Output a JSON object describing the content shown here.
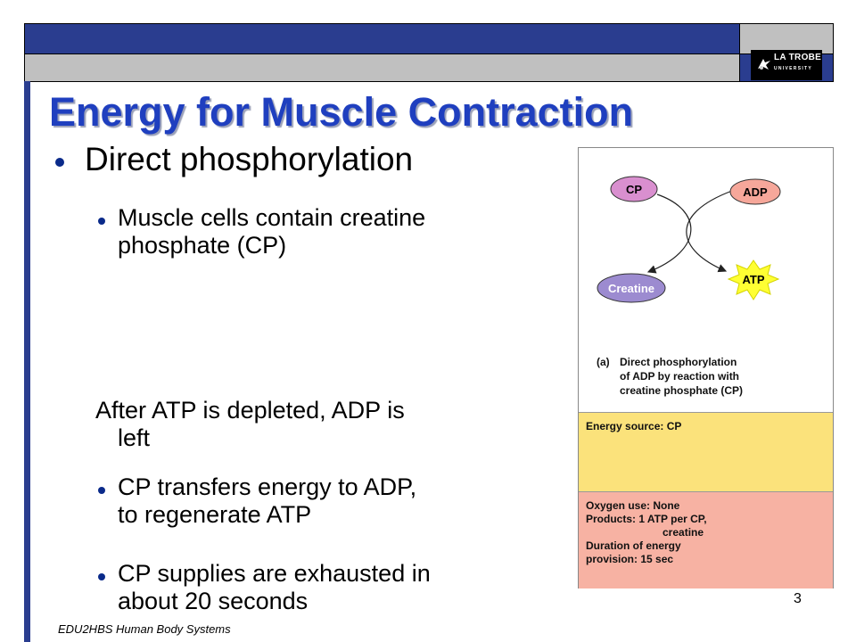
{
  "slide": {
    "title": "Energy for Muscle Contraction",
    "level1": "Direct phosphorylation",
    "level2": "Muscle cells contain creatine phosphate (CP)",
    "paragraph": "After ATP is depleted, ADP is left",
    "bullet3": "CP transfers energy to ADP, to regenerate ATP",
    "bullet4": "CP supplies are exhausted in about 20 seconds",
    "slide_number": "3",
    "footer": "EDU2HBS Human Body Systems"
  },
  "logo": {
    "line1": "LA TROBE",
    "line2": "UNIVERSITY"
  },
  "figure": {
    "labels": {
      "cp": "CP",
      "adp": "ADP",
      "creatine": "Creatine",
      "atp": "ATP"
    },
    "caption_tag": "(a)",
    "caption": "Direct phosphorylation of ADP by reaction with creatine phosphate (CP)",
    "energy_source": "Energy source: CP",
    "oxygen": "Oxygen use: None",
    "products": "Products: 1 ATP per CP,",
    "products_cont": "creatine",
    "duration": "Duration of energy",
    "duration_cont": "provision: 15 sec"
  },
  "colors": {
    "header_blue": "#2a3d8f",
    "header_gray": "#c0c0c0",
    "title_blue": "#1f3fbf",
    "cp_fill": "#d98fcf",
    "adp_fill": "#f6a79a",
    "creatine_fill": "#9c8bd0",
    "atp_fill": "#ffff33",
    "energy_panel": "#fbe27b",
    "oxygen_panel": "#f7b2a3"
  }
}
